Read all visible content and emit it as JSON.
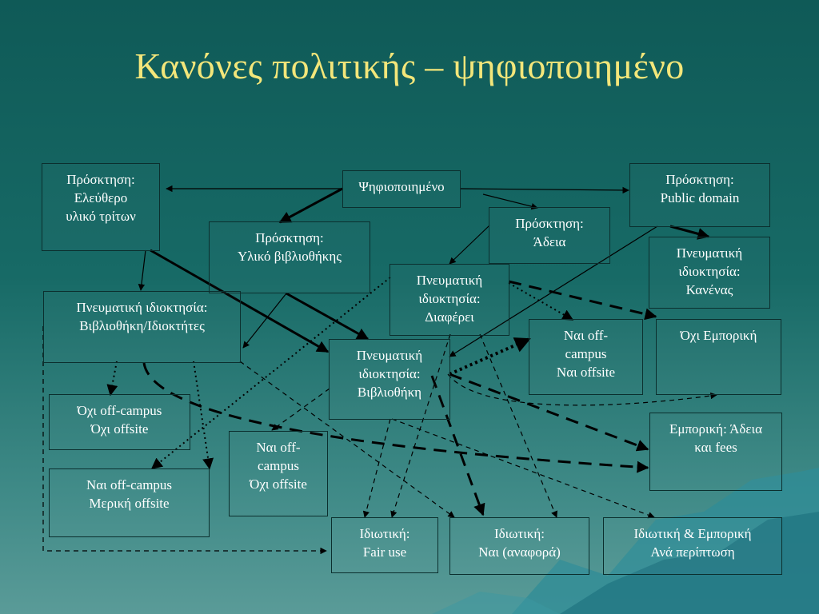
{
  "title": "Κανόνες πολιτικής – ψηφιοποιημένο",
  "nodes": {
    "digitized": "Ψηφιοποιημένο",
    "acq_free": "Πρόσκτηση:\nΕλεύθερο\nυλικό τρίτων",
    "acq_library": "Πρόσκτηση:\nΥλικό βιβλιοθήκης",
    "acq_license": "Πρόσκτηση:\nΆδεια",
    "acq_public": "Πρόσκτηση:\nPublic domain",
    "ip_lib_owners": "Πνευματική ιδιοκτησία:\nΒιβλιοθήκη/Ιδιοκτήτες",
    "ip_varies": "Πνευματική\nιδιοκτησία:\nΔιαφέρει",
    "ip_none": "Πνευματική\nιδιοκτησία:\nΚανένας",
    "ip_library": "Πνευματική\nιδιοκτησία:\nΒιβλιοθήκη",
    "yes_off_yes_off": "Ναι off-\ncampus\nΝαι offsite",
    "not_commercial": "Όχι Εμπορική",
    "no_off_no_off": "Όχι off-campus\nΌχι offsite",
    "yes_off_no_off": "Ναι off-\ncampus\nΌχι offsite",
    "commercial_license": "Εμπορική: Άδεια\nκαι fees",
    "yes_off_partial": "Ναι off-campus\nΜερική offsite",
    "private_fair": "Ιδιωτική:\nFair use",
    "private_yes": "Ιδιωτική:\nΝαι (αναφορά)",
    "private_commercial": "Ιδιωτική & Εμπορική\nΑνά περίπτωση"
  }
}
